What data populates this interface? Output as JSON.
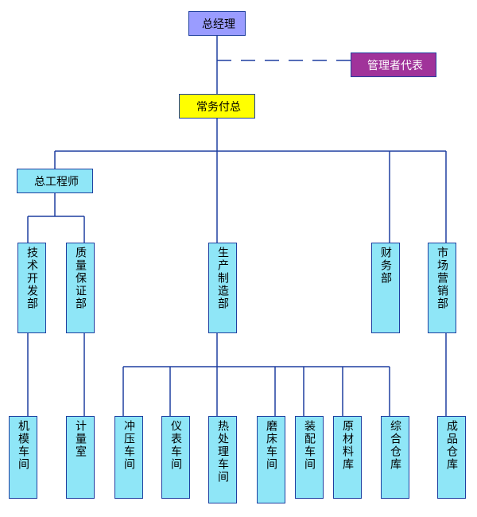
{
  "colors": {
    "line": "#1f3fa0",
    "gm_fill": "#9a9cff",
    "vice_fill": "#ffff00",
    "rep_fill": "#a0339a",
    "unit_fill": "#8fe6f7"
  },
  "top": {
    "general_manager": "总经理",
    "management_representative": "管理者代表",
    "executive_vice": "常务付总",
    "chief_engineer": "总工程师"
  },
  "departments": {
    "tech_dev": "技术开发部",
    "quality": "质量保证部",
    "production": "生产制造部",
    "finance": "财务部",
    "marketing": "市场营销部"
  },
  "units": {
    "machine_mold": "机模车间",
    "metrology": "计量室",
    "stamping": "冲压车间",
    "instrument": "仪表车间",
    "heat_treat": "热处理车间",
    "grinding": "磨床车间",
    "assembly": "装配车间",
    "raw_materials": "原材料库",
    "general_warehouse": "综合仓库",
    "finished_goods": "成品仓库"
  }
}
